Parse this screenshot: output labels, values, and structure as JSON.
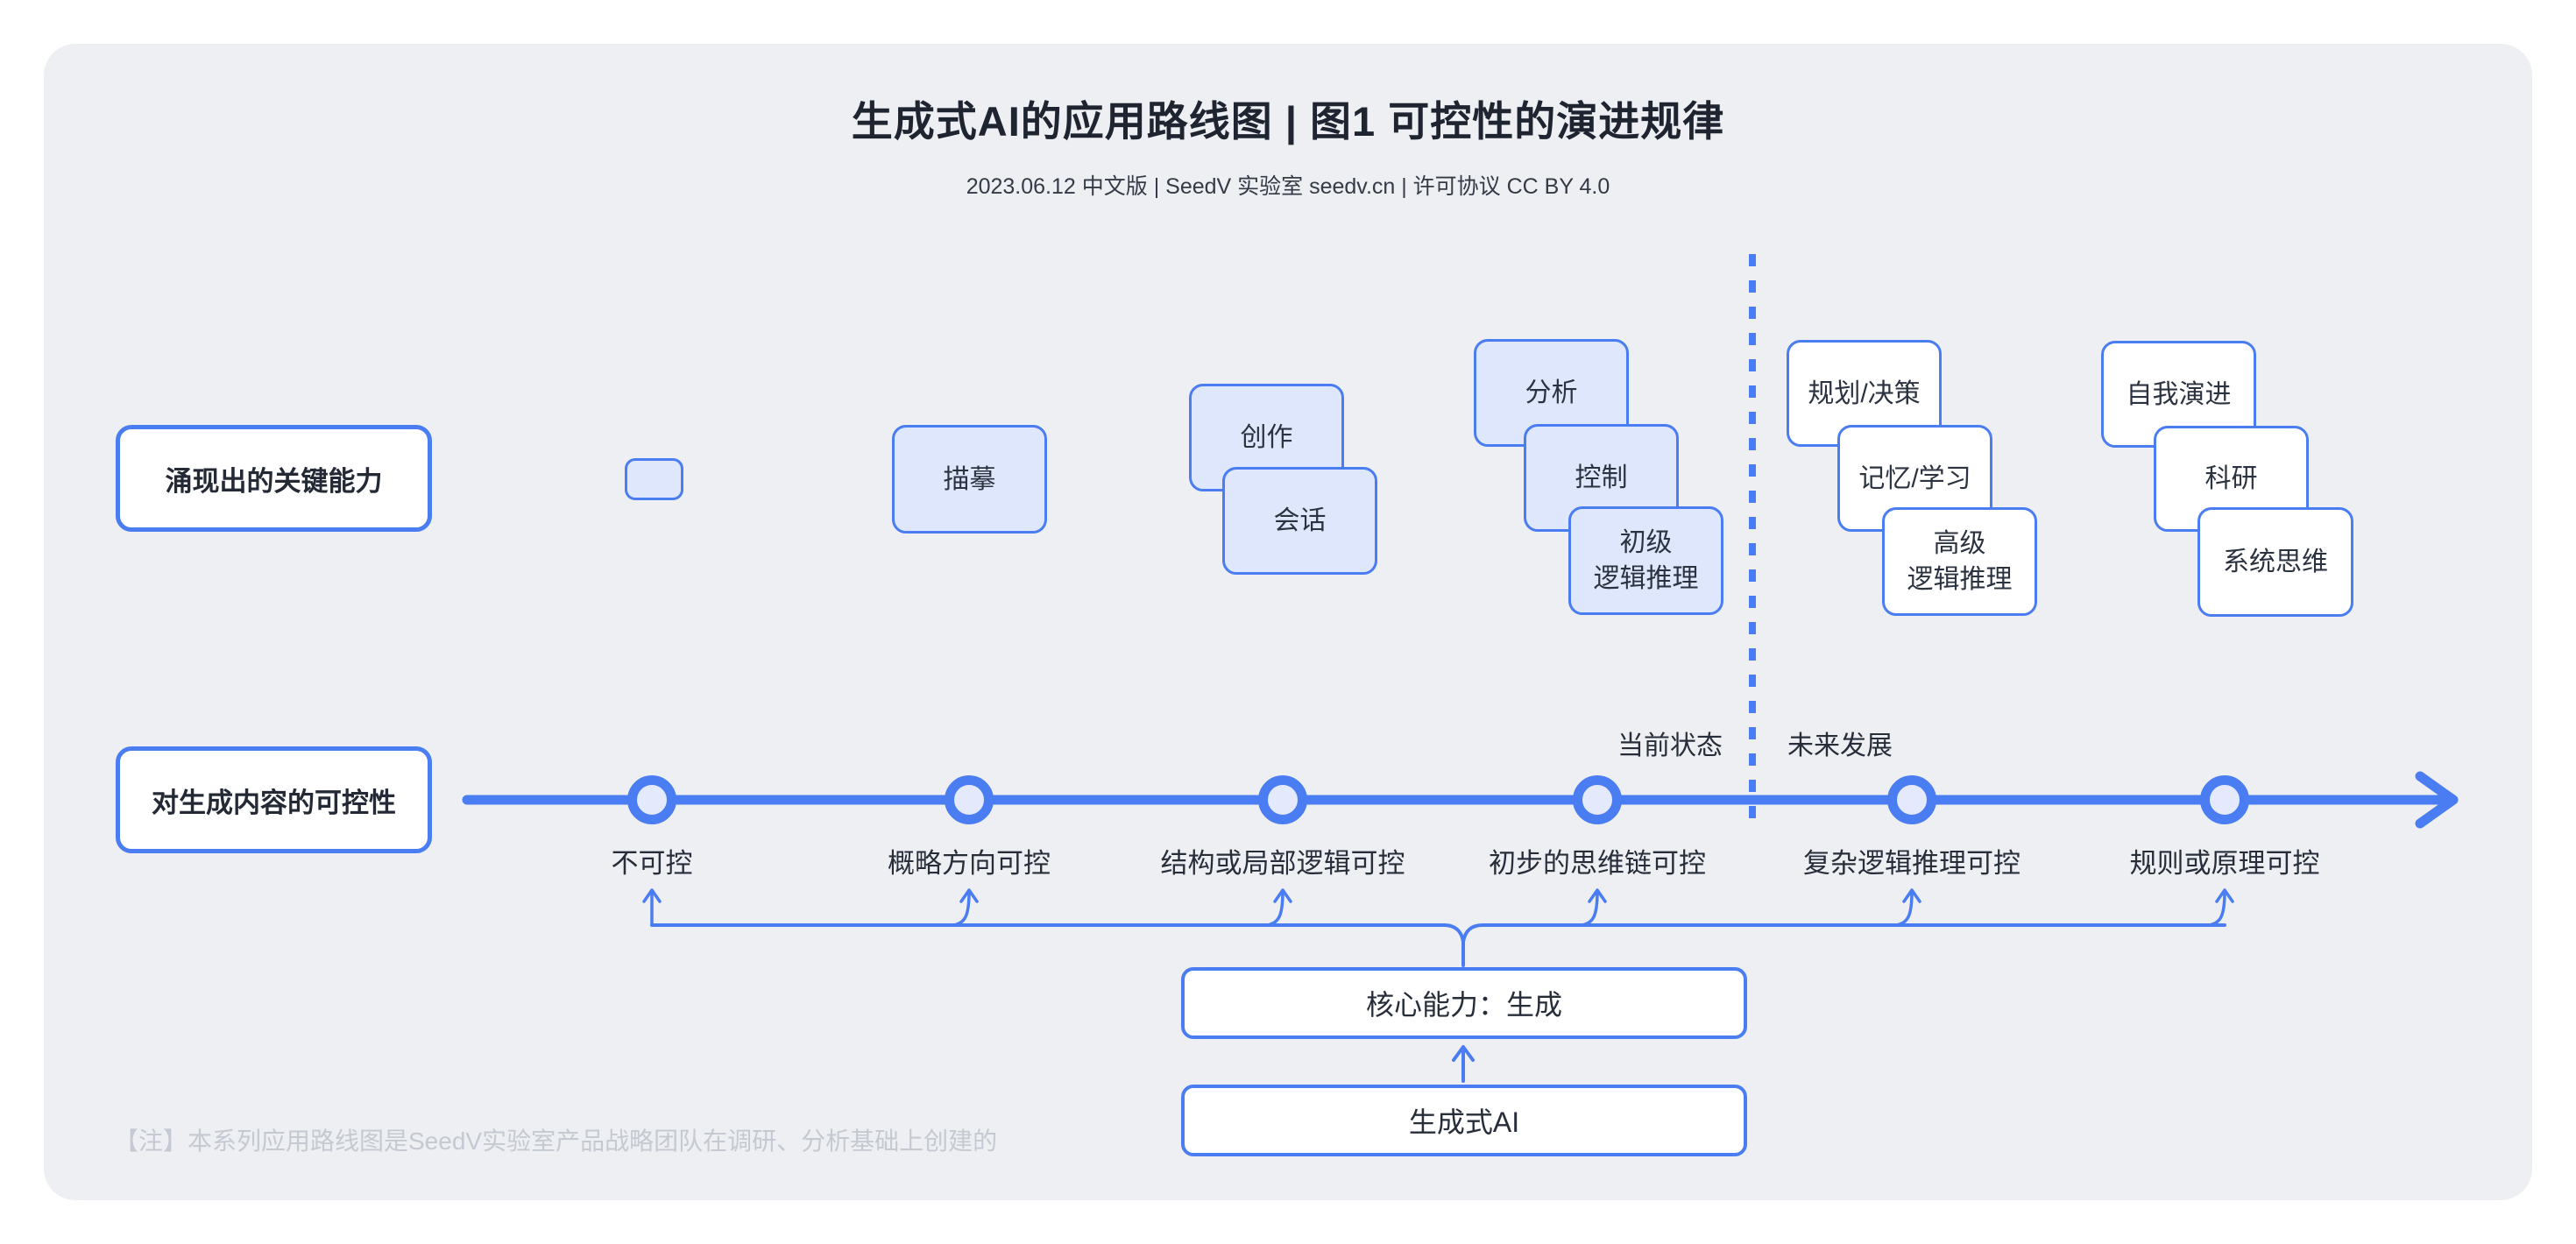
{
  "title": "生成式AI的应用路线图 | 图1 可控性的演进规律",
  "subtitle": "2023.06.12 中文版 | SeedV 实验室 seedv.cn | 许可协议 CC BY 4.0",
  "rows": {
    "capabilities_label": "涌现出的关键能力",
    "controllability_label": "对生成内容的可控性"
  },
  "capability_groups": [
    {
      "cards": [
        {
          "label": ""
        }
      ]
    },
    {
      "cards": [
        {
          "label": "描摹"
        }
      ]
    },
    {
      "cards": [
        {
          "label": "创作"
        },
        {
          "label": "会话"
        }
      ]
    },
    {
      "cards": [
        {
          "label": "分析"
        },
        {
          "label": "控制"
        },
        {
          "label": "初级\n逻辑推理"
        }
      ]
    },
    {
      "cards": [
        {
          "label": "规划/决策"
        },
        {
          "label": "记忆/学习"
        },
        {
          "label": "高级\n逻辑推理"
        }
      ]
    },
    {
      "cards": [
        {
          "label": "自我演进"
        },
        {
          "label": "科研"
        },
        {
          "label": "系统思维"
        }
      ]
    }
  ],
  "timeline": {
    "stages": [
      "不可控",
      "概略方向可控",
      "结构或局部逻辑可控",
      "初步的思维链可控",
      "复杂逻辑推理可控",
      "规则或原理可控"
    ],
    "current_state_label": "当前状态",
    "future_label": "未来发展"
  },
  "bottom": {
    "core_capability_label": "核心能力：生成",
    "generative_ai_label": "生成式AI"
  },
  "note": "【注】本系列应用路线图是SeedV实验室产品战略团队在调研、分析基础上创建的",
  "colors": {
    "accent_blue": "#4a7cf2",
    "card_fill_light": "#dee7fb",
    "card_fill_white": "#ffffff",
    "node_fill": "#e4eafc",
    "panel_bg": "#edeff2",
    "text_dark": "#272e3a",
    "note_gray": "#c5c9d1"
  }
}
